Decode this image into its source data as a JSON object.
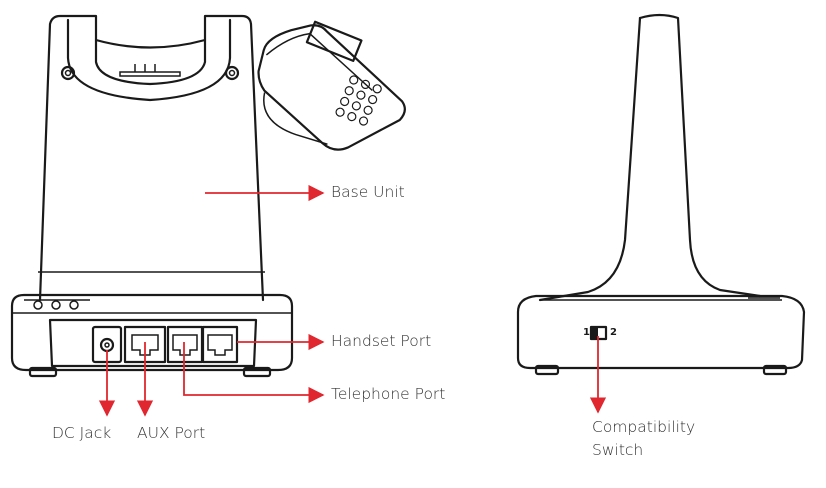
{
  "labels": {
    "base_unit": "Base Unit",
    "handset_port": "Handset Port",
    "telephone_port": "Telephone Port",
    "dc_jack": "DC Jack",
    "aux_port": "AUX Port",
    "compatibility_switch_line1": "Compatibility",
    "compatibility_switch_line2": "Switch"
  },
  "switch": {
    "pos1": "1",
    "pos2": "2"
  },
  "colors": {
    "arrow": "#e0262e",
    "outline": "#1a1a1a",
    "text": "#333333"
  }
}
